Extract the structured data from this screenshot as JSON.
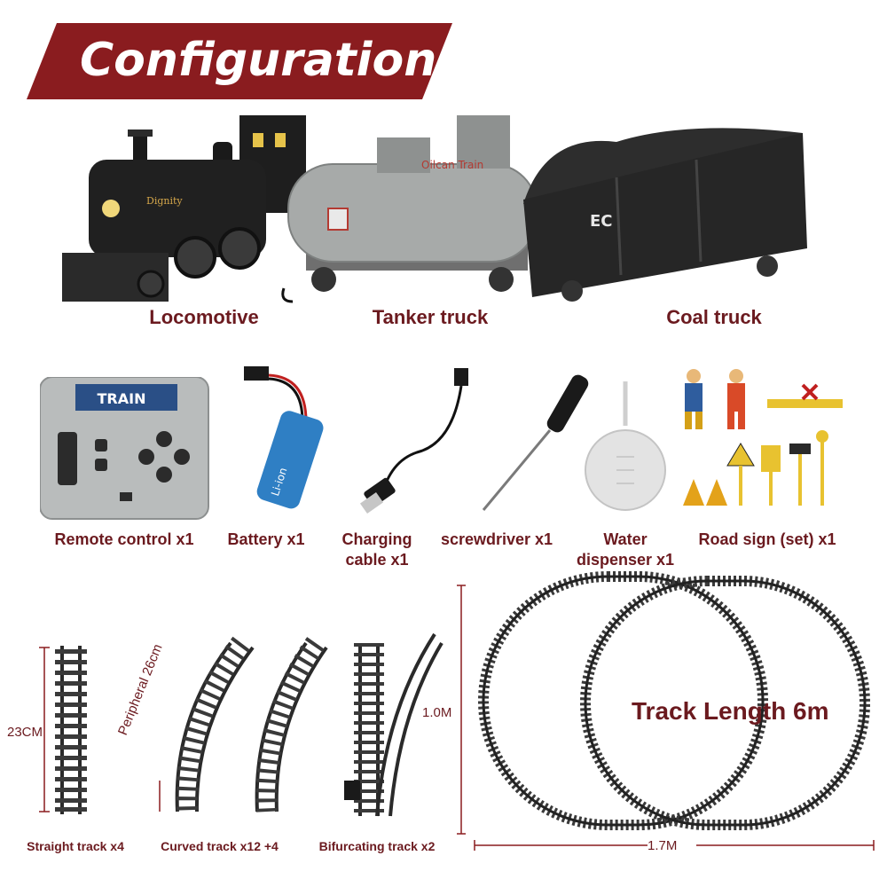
{
  "banner": {
    "title": "Configuration 2",
    "color": "#8a1c1f"
  },
  "vehicles": [
    {
      "label": "Locomotive",
      "icon": "locomotive-icon"
    },
    {
      "label": "Tanker truck",
      "icon": "tanker-icon"
    },
    {
      "label": "Coal truck",
      "icon": "coal-truck-icon"
    }
  ],
  "accessories": [
    {
      "line1": "Remote control x1",
      "line2": ""
    },
    {
      "line1": "Battery x1",
      "line2": ""
    },
    {
      "line1": "Charging",
      "line2": "cable x1"
    },
    {
      "line1": "screwdriver x1",
      "line2": ""
    },
    {
      "line1": "Water",
      "line2": "dispenser x1"
    },
    {
      "line1": "Road sign (set) x1",
      "line2": ""
    }
  ],
  "tracks": [
    {
      "label": "Straight track x4"
    },
    {
      "label": "Curved track x12 +4"
    },
    {
      "label": "Bifurcating track x2"
    }
  ],
  "dimensions": {
    "straight_length": "23CM",
    "curved_peripheral": "Peripheral 26cm",
    "layout_height": "1.0M",
    "layout_width": "1.7M",
    "track_length": "Track Length 6m"
  },
  "product_markings": {
    "remote_brand": "TRAIN",
    "battery_text": "Li-ion",
    "coal_truck_text": "EC"
  },
  "colors": {
    "label": "#6b1a1f",
    "track": "#3a3a3a",
    "battery": "#2f7fc4"
  }
}
